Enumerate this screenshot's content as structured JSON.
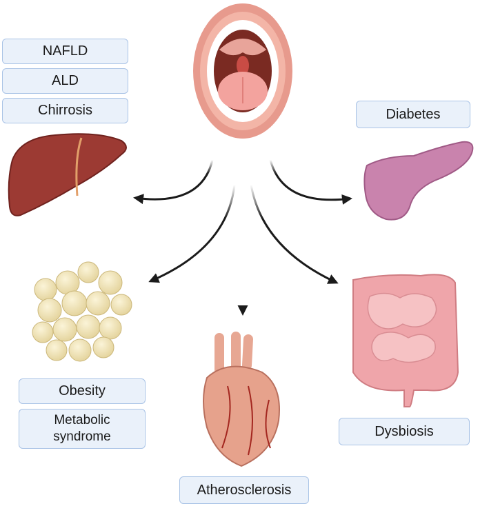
{
  "center": {
    "organ": "mouth-icon"
  },
  "liver_group": {
    "labels": [
      "NAFLD",
      "ALD",
      "Chirrosis"
    ],
    "icon": "liver-icon"
  },
  "pancreas_group": {
    "labels": [
      "Diabetes"
    ],
    "icon": "pancreas-icon"
  },
  "adipose_group": {
    "labels": [
      "Obesity",
      "Metabolic syndrome"
    ],
    "icon": "fat-cells-icon"
  },
  "heart_group": {
    "labels": [
      "Atherosclerosis"
    ],
    "icon": "heart-icon"
  },
  "intestine_group": {
    "labels": [
      "Dysbiosis"
    ],
    "icon": "intestine-icon"
  },
  "colors": {
    "label_fill": "#eaf1fa",
    "label_border": "#a9c3e6",
    "arrow": "#1b1b1b"
  }
}
